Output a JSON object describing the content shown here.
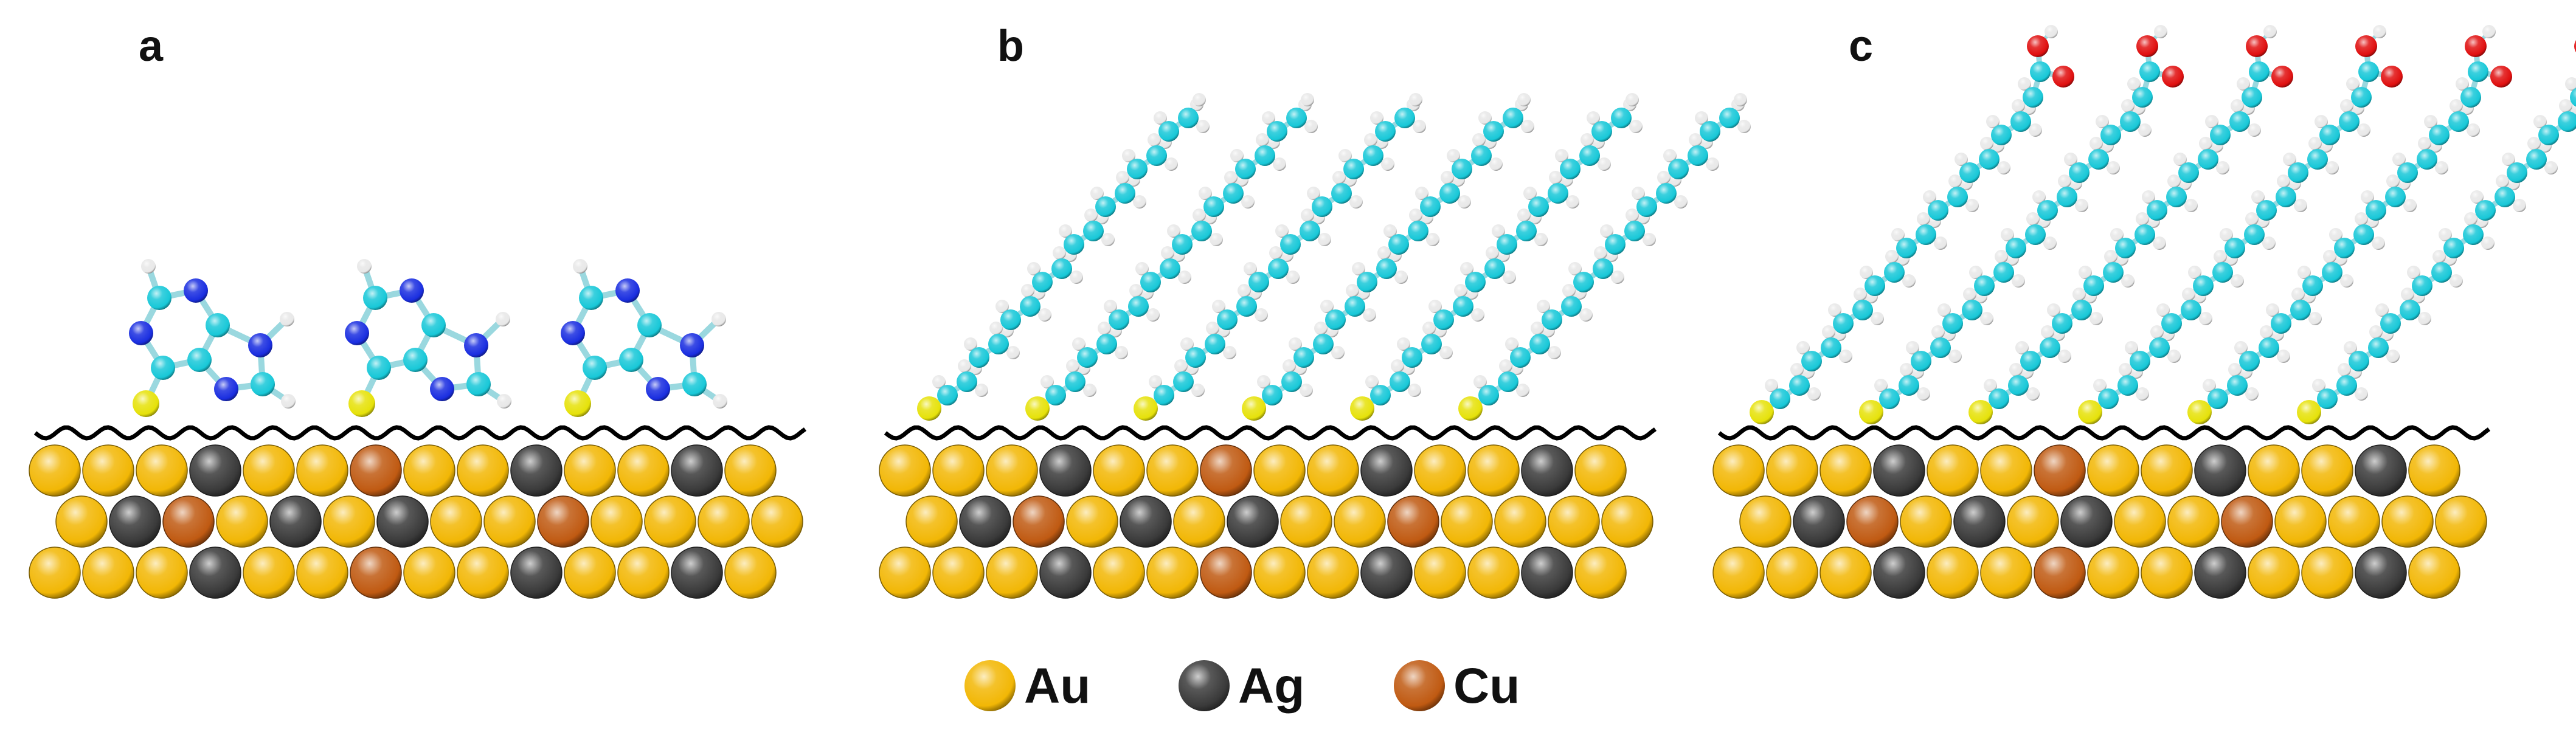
{
  "panels": [
    {
      "label": "a",
      "adsorbate": "purine-thiol"
    },
    {
      "label": "b",
      "adsorbate": "alkanethiol"
    },
    {
      "label": "c",
      "adsorbate": "carboxy-alkanethiol"
    }
  ],
  "legend": [
    {
      "symbol": "Au",
      "color": "#f2b705"
    },
    {
      "symbol": "Ag",
      "color": "#3a3a3a"
    },
    {
      "symbol": "Cu",
      "color": "#c05a12"
    }
  ],
  "atom_colors": {
    "C": "#18c8d8",
    "N": "#1a2ee0",
    "H": "#e8e8e8",
    "S": "#e6e20a",
    "O": "#e01010"
  },
  "substrate_rows": [
    [
      "Au",
      "Au",
      "Au",
      "Ag",
      "Au",
      "Au",
      "Cu",
      "Au",
      "Au",
      "Ag",
      "Au",
      "Au",
      "Ag",
      "Au"
    ],
    [
      "Au",
      "Ag",
      "Cu",
      "Au",
      "Ag",
      "Au",
      "Ag",
      "Au",
      "Au",
      "Cu",
      "Au",
      "Au",
      "Au",
      "Au"
    ],
    [
      "Au",
      "Au",
      "Au",
      "Ag",
      "Au",
      "Au",
      "Cu",
      "Au",
      "Au",
      "Ag",
      "Au",
      "Au",
      "Ag",
      "Au"
    ]
  ]
}
